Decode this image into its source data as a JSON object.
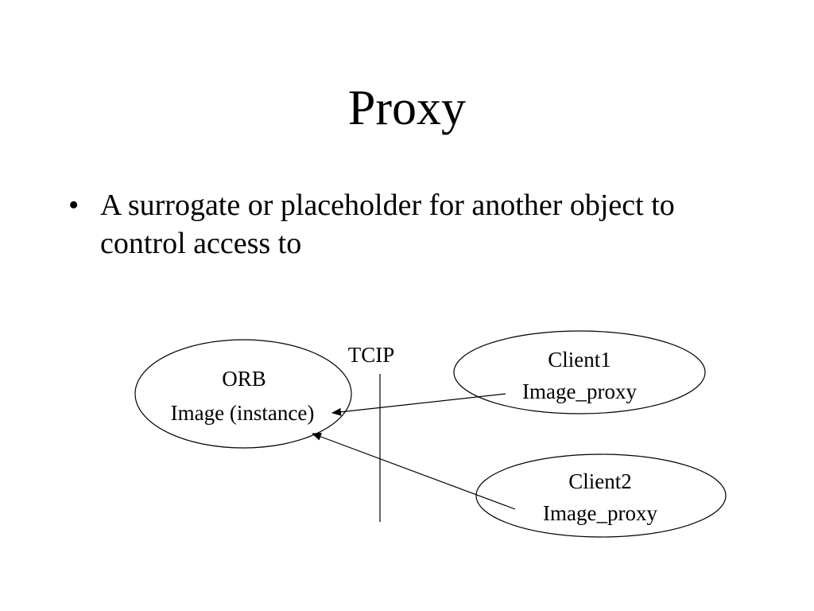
{
  "slide": {
    "title": "Proxy",
    "bullets": [
      {
        "marker": "•",
        "text": "A surrogate or placeholder for another object to control access to"
      }
    ]
  },
  "diagram": {
    "network_label": "TCIP",
    "server": {
      "line1": "ORB",
      "line2": "Image (instance)"
    },
    "client1": {
      "line1": "Client1",
      "line2": "Image_proxy"
    },
    "client2": {
      "line1": "Client2",
      "line2": "Image_proxy"
    }
  },
  "colors": {
    "ink": "#000000",
    "background": "#ffffff"
  }
}
